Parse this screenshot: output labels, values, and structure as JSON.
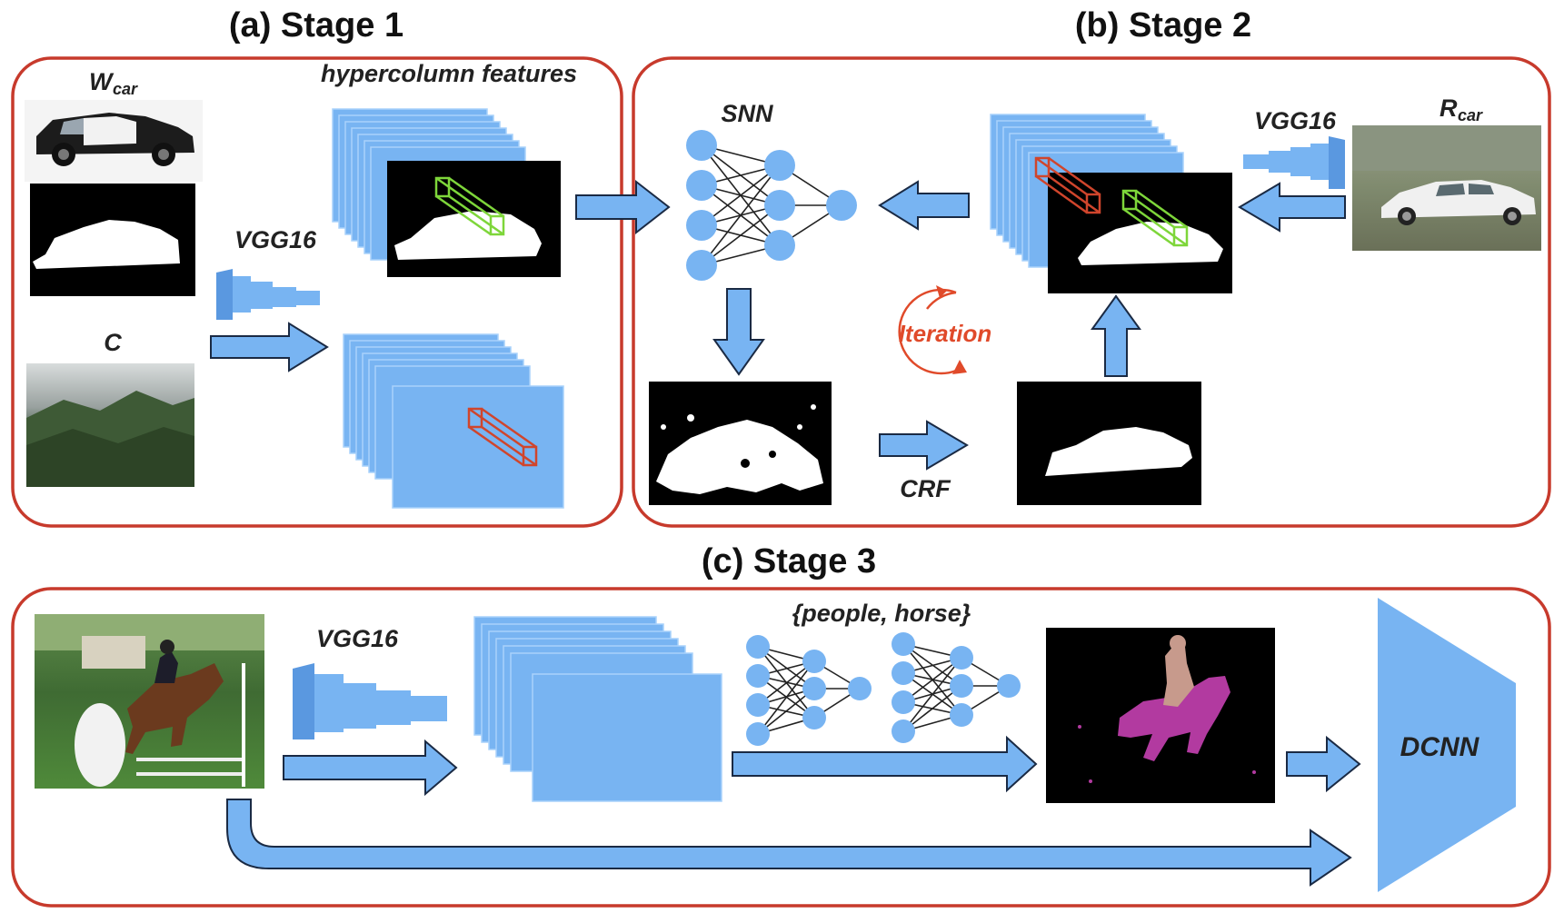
{
  "stage1": {
    "title": "(a) Stage 1",
    "w_label": "W",
    "w_sub": "car",
    "c_label": "C",
    "vgg_label": "VGG16",
    "hypercolumn_label": "hypercolumn features"
  },
  "stage2": {
    "title": "(b) Stage 2",
    "snn_label": "SNN",
    "vgg_label": "VGG16",
    "r_label": "R",
    "r_sub": "car",
    "iteration_label": "Iteration",
    "crf_label": "CRF"
  },
  "stage3": {
    "title": "(c) Stage 3",
    "vgg_label": "VGG16",
    "classes_label": "{people, horse}",
    "dcnn_label": "DCNN"
  },
  "colors": {
    "panel_border": "#c73a2c",
    "feature_blue": "#78b4f2",
    "arrow_outline": "#1a2a44",
    "iteration_red": "#e04a2a",
    "green_box": "#7ed63a",
    "red_box": "#d0452c"
  }
}
